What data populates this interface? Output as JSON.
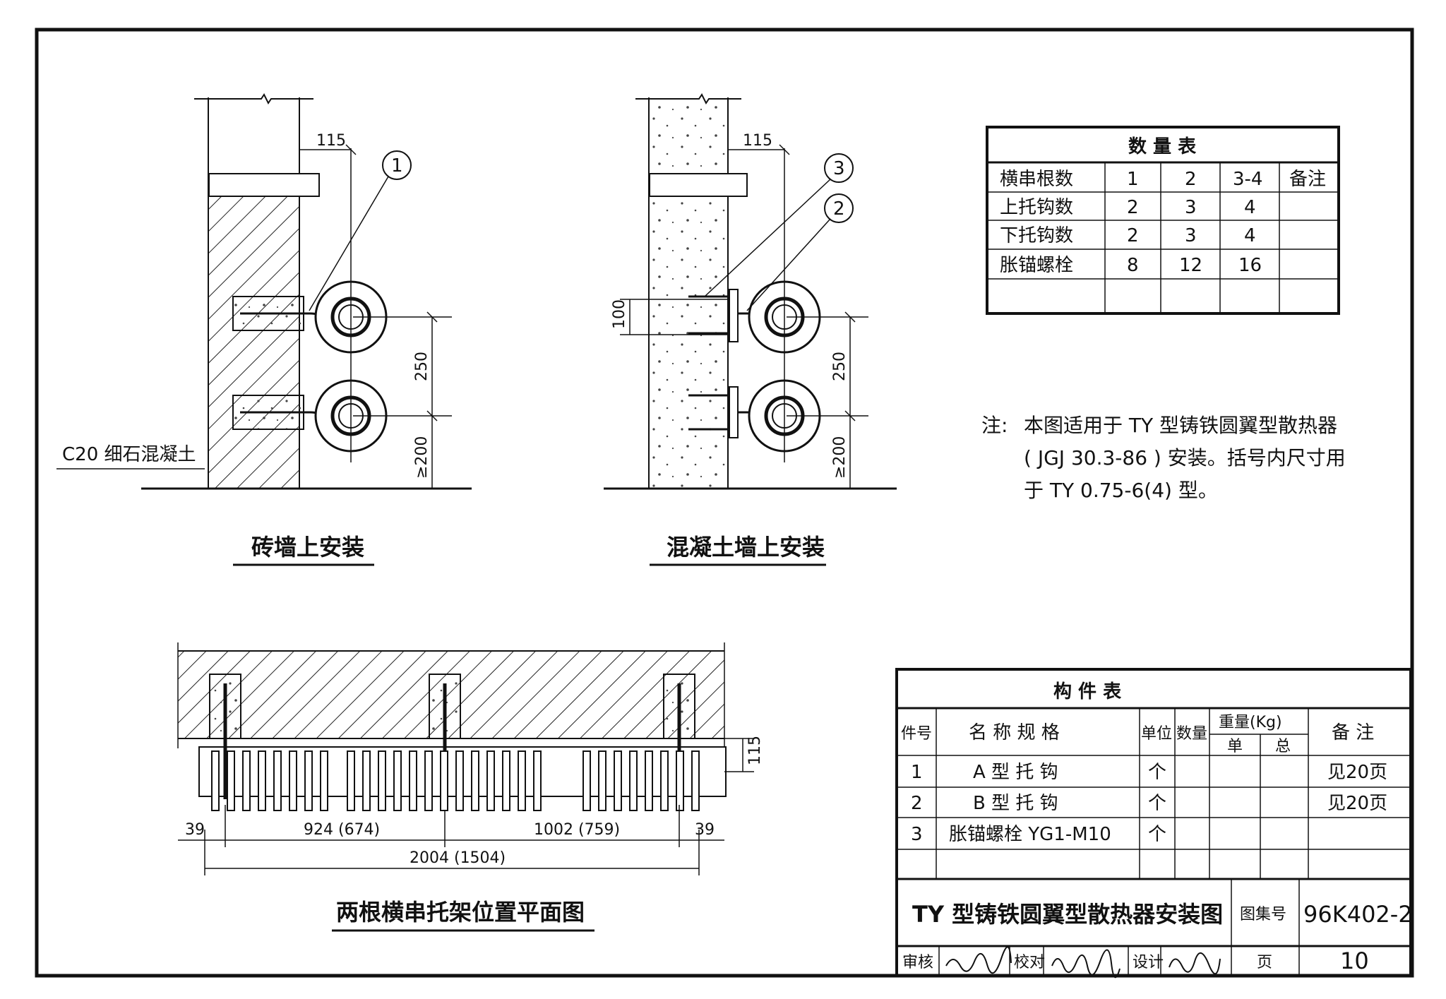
{
  "views": {
    "brick": {
      "title": "砖墙上安装",
      "dim_top": "115",
      "dim_vert1": "250",
      "dim_vert2": "≥200",
      "callout": "1",
      "concrete_label": "C20 细石混凝土"
    },
    "concrete": {
      "title": "混凝土墙上安装",
      "dim_top": "115",
      "dim_100": "100",
      "dim_vert1": "250",
      "dim_vert2": "≥200",
      "callout_a": "3",
      "callout_b": "2"
    },
    "plan": {
      "title": "两根横串托架位置平面图",
      "dim_115": "115",
      "dim_left": "39",
      "dim_right": "39",
      "dim_mid1": "924 (674)",
      "dim_mid2": "1002 (759)",
      "dim_total": "2004 (1504)"
    }
  },
  "quantity_table": {
    "title": "数 量 表",
    "headers": [
      "横串根数",
      "1",
      "2",
      "3-4",
      "备注"
    ],
    "rows": [
      [
        "上托钩数",
        "2",
        "3",
        "4",
        ""
      ],
      [
        "下托钩数",
        "2",
        "3",
        "4",
        ""
      ],
      [
        "胀锚螺栓",
        "8",
        "12",
        "16",
        ""
      ],
      [
        "",
        "",
        "",
        "",
        ""
      ]
    ]
  },
  "note": {
    "label": "注:",
    "lines": [
      "本图适用于 TY 型铸铁圆翼型散热器",
      "( JGJ 30.3-86 ) 安装。括号内尺寸用",
      "于 TY 0.75-6(4) 型。"
    ]
  },
  "parts_table": {
    "title": "构 件 表",
    "header": {
      "no": "件号",
      "name": "名 称 规 格",
      "unit": "单位",
      "qty": "数量",
      "weight": "重量(Kg)",
      "w_unit": "单",
      "w_total": "总",
      "remark": "备 注"
    },
    "rows": [
      {
        "no": "1",
        "name": "A 型 托 钩",
        "unit": "个",
        "remark": "见20页"
      },
      {
        "no": "2",
        "name": "B 型 托 钩",
        "unit": "个",
        "remark": "见20页"
      },
      {
        "no": "3",
        "name": "胀锚螺栓 YG1-M10",
        "unit": "个",
        "remark": ""
      }
    ]
  },
  "title_block": {
    "drawing_title": "TY 型铸铁圆翼型散热器安装图",
    "atlas_label": "图集号",
    "atlas_no": "96K402-2",
    "review": "审核",
    "check": "校对",
    "design": "设计",
    "page_label": "页",
    "page_no": "10"
  }
}
